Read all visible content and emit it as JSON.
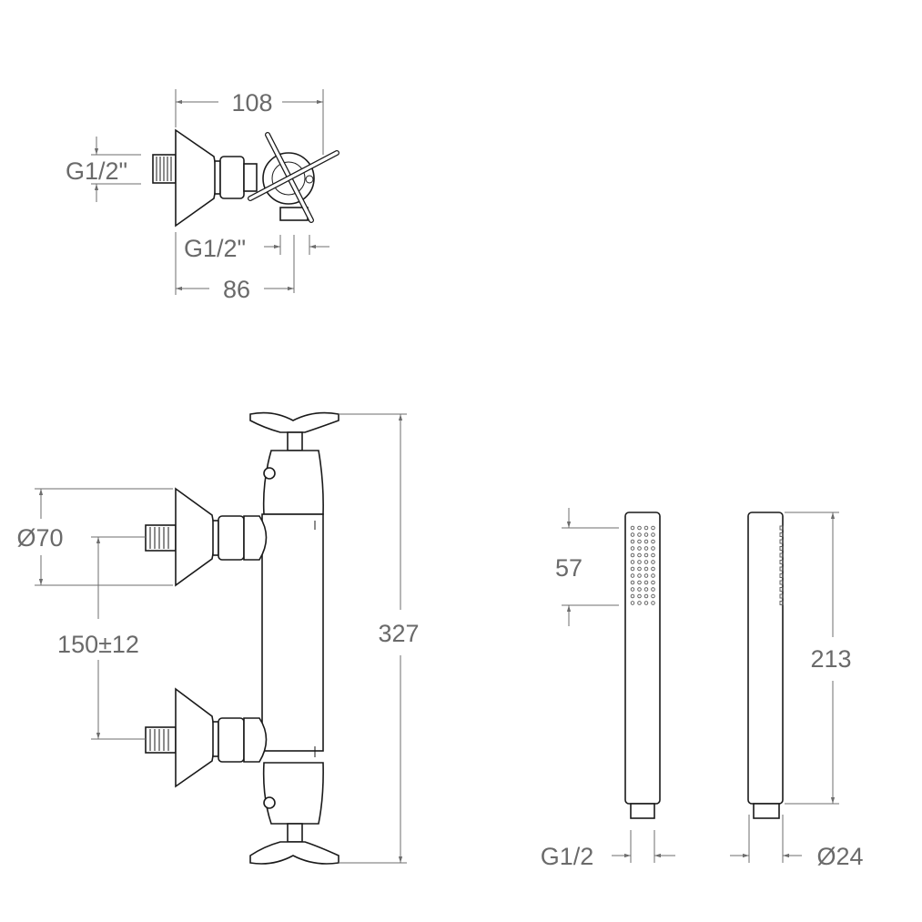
{
  "top_view": {
    "overall_width": "108",
    "inlet_thread": "G1/2\"",
    "outlet_thread": "G1/2\"",
    "centre_to_outlet": "86"
  },
  "front_view": {
    "escutcheon_diameter": "Ø70",
    "inlet_spacing": "150±12",
    "overall_height": "327"
  },
  "hand_shower": {
    "spray_face_length": "57",
    "length": "213",
    "connection_thread": "G1/2",
    "diameter": "Ø24"
  },
  "colors": {
    "dimension": "#6d6d6d",
    "outline": "#1a1a1a"
  }
}
